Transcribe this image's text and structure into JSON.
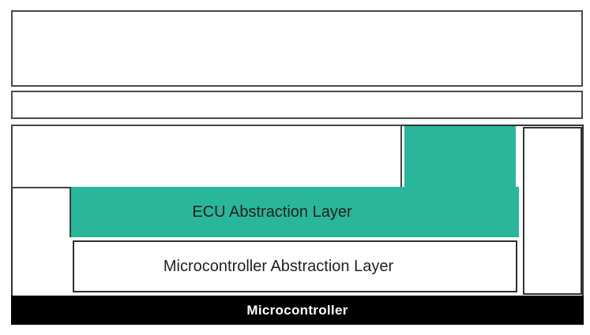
{
  "diagram": {
    "type": "layered-architecture",
    "layers": {
      "ecu_abstraction_layer": "ECU Abstraction Layer",
      "microcontroller_abstraction_layer": "Microcontroller Abstraction Layer",
      "microcontroller": "Microcontroller"
    },
    "colors": {
      "ecu_layer_fill": "#2ab69a",
      "box_border": "#3f3f3f",
      "microcontroller_fill": "#000000",
      "microcontroller_text": "#ffffff",
      "label_text": "#1f1f1f",
      "background": "#ffffff"
    }
  }
}
